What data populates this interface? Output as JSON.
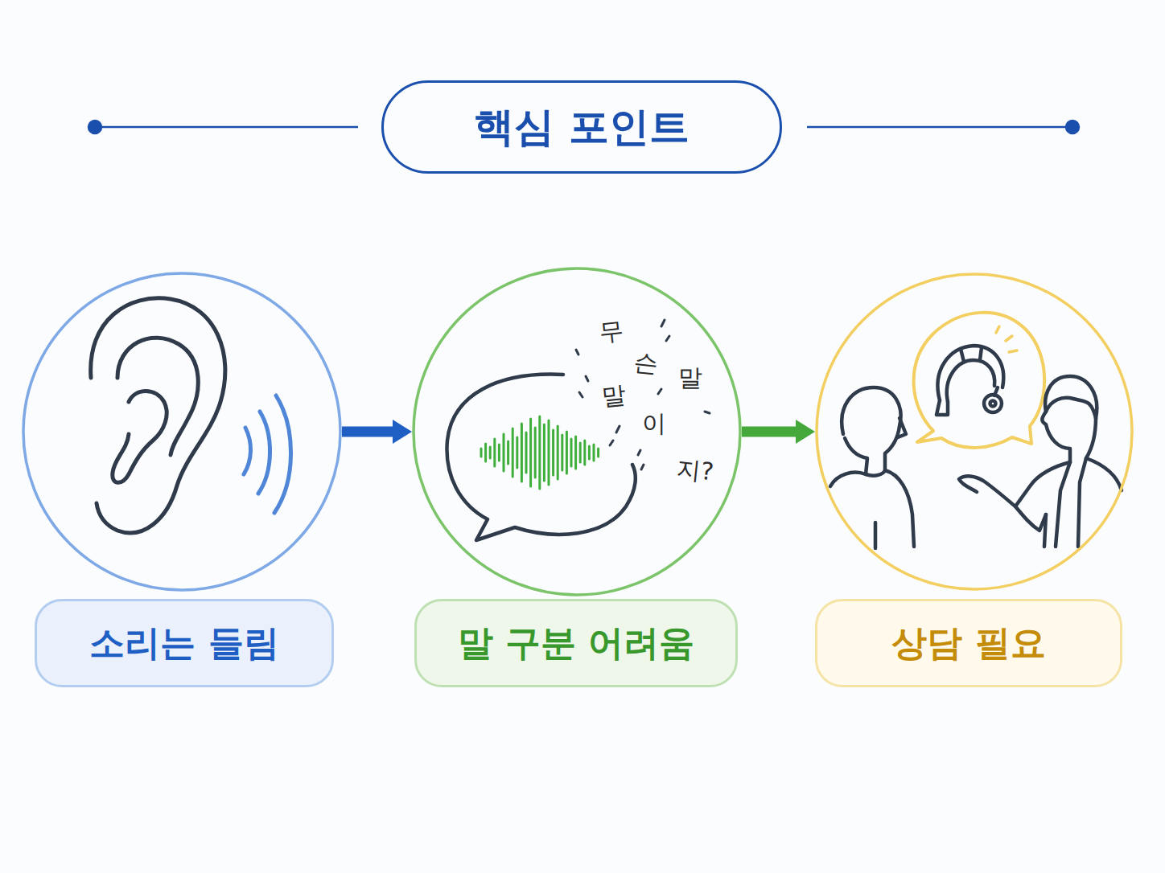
{
  "diagram": {
    "title": "핵심 포인트",
    "nodes": [
      {
        "text": [
          "소리는 들림"
        ]
      },
      {
        "text": [
          "말 구분 어려움",
          "무",
          "슨",
          "말",
          "말",
          "이",
          "지?"
        ]
      },
      {
        "text": [
          "상담 필요"
        ]
      }
    ],
    "edges": [
      {
        "from": 0,
        "to": 1,
        "arrow": "to"
      },
      {
        "from": 1,
        "to": 2,
        "arrow": "to"
      }
    ]
  }
}
